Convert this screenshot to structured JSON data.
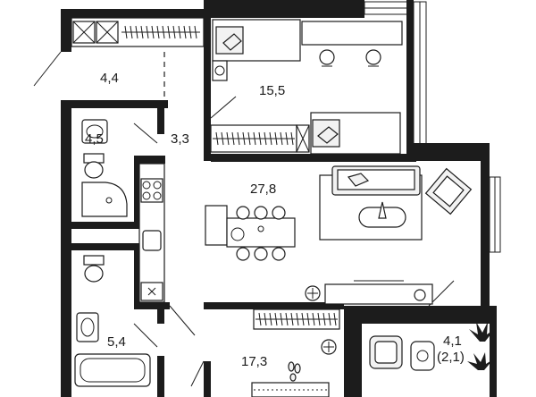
{
  "rooms": [
    {
      "id": "hall",
      "area": "4,4"
    },
    {
      "id": "bedroom",
      "area": "15,5"
    },
    {
      "id": "bathroom-1",
      "area": "4,5"
    },
    {
      "id": "corridor",
      "area": "3,3"
    },
    {
      "id": "living-kitchen",
      "area": "27,8"
    },
    {
      "id": "bathroom-2",
      "area": "5,4"
    },
    {
      "id": "bedroom-2",
      "area": "17,3"
    },
    {
      "id": "balcony",
      "area": "4,1",
      "sub": "(2,1)"
    }
  ],
  "colors": {
    "wall": "#1c1c1c",
    "background": "#ffffff",
    "floor": "#ffffff",
    "furniture_fill": "#f2f2f2"
  }
}
